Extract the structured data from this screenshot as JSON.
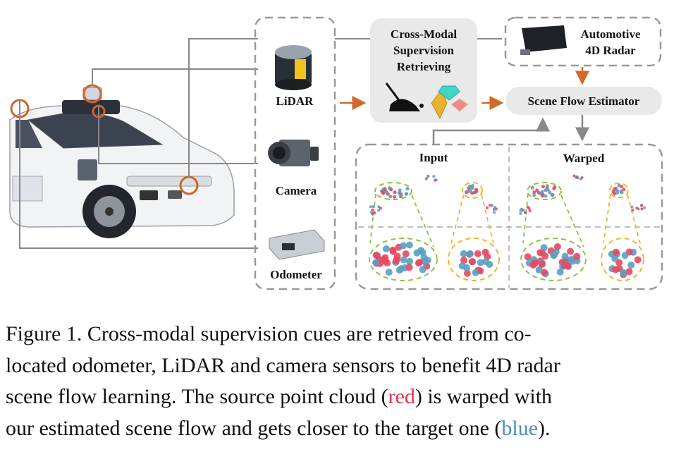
{
  "figure": {
    "sensors": {
      "lidar": "LiDAR",
      "camera": "Camera",
      "odometer": "Odometer"
    },
    "cross_modal": [
      "Cross-Modal",
      "Supervision",
      "Retrieving"
    ],
    "radar": [
      "Automotive",
      "4D Radar"
    ],
    "estimator": "Scene Flow Estimator",
    "panels": {
      "input": "Input",
      "warped": "Warped"
    },
    "colors": {
      "source_points": "#e8485f",
      "target_points": "#5b9fc2",
      "arrow": "#cf6a2a",
      "green_ellipse": "#8ec33f",
      "yellow_ellipse": "#f0b527"
    }
  },
  "caption": {
    "line1": "Figure 1.  Cross-modal supervision cues are retrieved from co-",
    "line2": "located odometer, LiDAR and camera sensors to benefit 4D radar",
    "line3_pre": "scene flow learning. The source point cloud (",
    "red_word": "red",
    "line3_post": ") is warped with",
    "line4_pre": "our estimated scene flow and gets closer to the target one (",
    "blue_word": "blue",
    "line4_post": ")."
  }
}
